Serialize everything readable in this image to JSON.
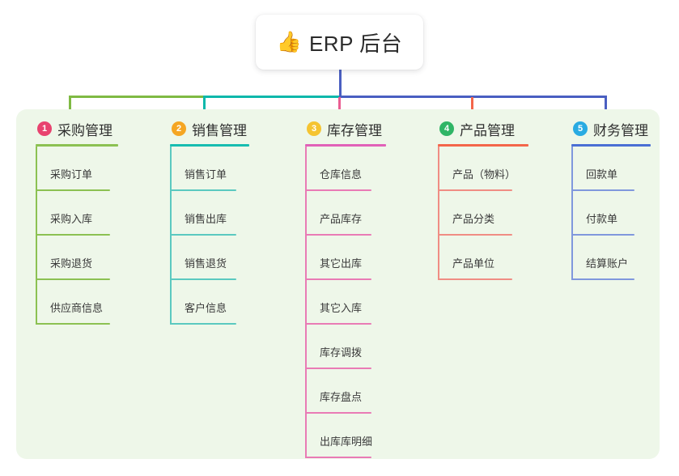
{
  "diagram": {
    "title": "ERP 后台",
    "root": {
      "icon": "thumbs-up-icon",
      "icon_glyph": "👍",
      "label": "ERP 后台"
    },
    "panel_color": "#eef7e9",
    "background_color": "#ffffff",
    "bus": {
      "segments": [
        {
          "name": "bus-segment-green",
          "color": "#7fba43"
        },
        {
          "name": "bus-segment-teal",
          "color": "#0cb8ab"
        },
        {
          "name": "bus-segment-blue",
          "color": "#4a5fc1"
        }
      ],
      "root_stem_color": "#4a5fc1"
    },
    "columns": [
      {
        "number": "1",
        "title": "采购管理",
        "badge_color": "#e8436f",
        "rule_color": "#8cc152",
        "line_color": "#8cc152",
        "items": [
          "采购订单",
          "采购入库",
          "采购退货",
          "供应商信息"
        ]
      },
      {
        "number": "2",
        "title": "销售管理",
        "badge_color": "#f5a623",
        "rule_color": "#17bdb0",
        "line_color": "#5bc9c0",
        "items": [
          "销售订单",
          "销售出库",
          "销售退货",
          "客户信息"
        ]
      },
      {
        "number": "3",
        "title": "库存管理",
        "badge_color": "#f5c431",
        "rule_color": "#e161b8",
        "line_color": "#e97bb5",
        "items": [
          "仓库信息",
          "产品库存",
          "其它出库",
          "其它入库",
          "库存调拨",
          "库存盘点",
          "出库库明细"
        ]
      },
      {
        "number": "4",
        "title": "产品管理",
        "badge_color": "#30b566",
        "rule_color": "#f4664a",
        "line_color": "#f08d84",
        "items": [
          "产品（物料）",
          "产品分类",
          "产品单位"
        ]
      },
      {
        "number": "5",
        "title": "财务管理",
        "badge_color": "#29abe2",
        "rule_color": "#4a6fd4",
        "line_color": "#8098dd",
        "items": [
          "回款单",
          "付款单",
          "结算账户"
        ]
      }
    ]
  }
}
